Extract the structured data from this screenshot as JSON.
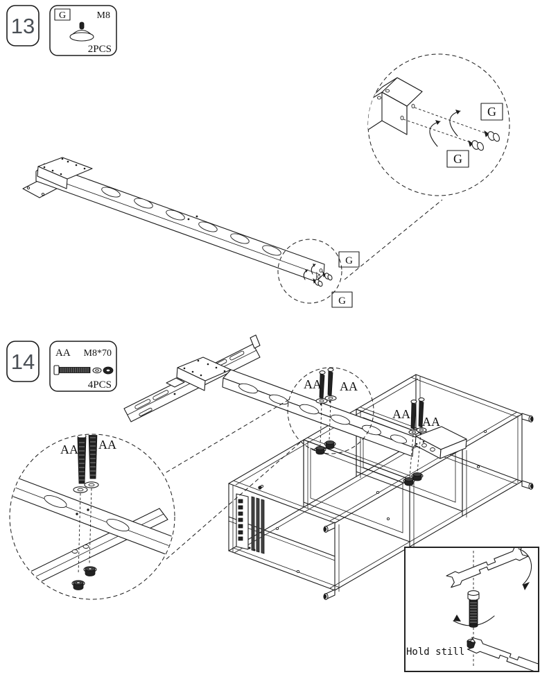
{
  "colors": {
    "line": "#1a1a1a",
    "dark_fill": "#222222",
    "step_number": "#4a4f55"
  },
  "step13": {
    "number": "13",
    "parts_box": {
      "part_label": "G",
      "spec": "M8",
      "quantity": "2PCS"
    },
    "small_detail": {
      "label_1": "G",
      "label_2": "G"
    },
    "large_detail": {
      "label_1": "G",
      "label_2": "G"
    }
  },
  "step14": {
    "number": "14",
    "parts_box": {
      "part_label": "AA",
      "spec": "M8*70",
      "quantity": "4PCS"
    },
    "bolts_group_1": {
      "label_1": "AA",
      "label_2": "AA"
    },
    "bolts_group_2": {
      "label_1": "AA",
      "label_2": "AA"
    },
    "detail_circle": {
      "label_1": "AA",
      "label_2": "AA"
    },
    "inset": {
      "caption": "Hold still"
    }
  }
}
